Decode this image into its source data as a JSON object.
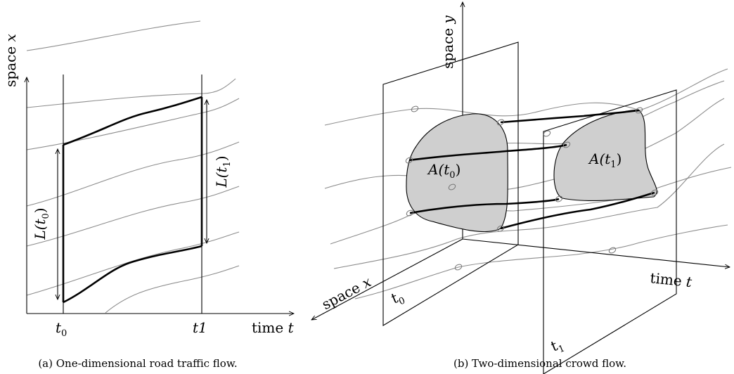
{
  "panel_a": {
    "y_axis_label": "space",
    "y_axis_var": "x",
    "x_axis_label": "time",
    "x_axis_var": "t",
    "tick_t0": "t",
    "tick_t0_sub": "0",
    "tick_t1": "t1",
    "length_t0": "L(t",
    "length_t0_sub": "0",
    "length_t0_close": ")",
    "length_t1": "L(t",
    "length_t1_sub": "1",
    "length_t1_close": ")",
    "caption": "(a) One-dimensional road traffic flow."
  },
  "panel_b": {
    "y_axis_label": "space",
    "y_axis_var": "y",
    "x_axis_label": "space",
    "x_axis_var": "x",
    "time_axis_label": "time",
    "time_axis_var": "t",
    "plane_t0": "t",
    "plane_t0_sub": "0",
    "plane_t1": "t",
    "plane_t1_sub": "1",
    "area_t0": "A(t",
    "area_t0_sub": "0",
    "area_t0_close": ")",
    "area_t1": "A(t",
    "area_t1_sub": "1",
    "area_t1_close": ")",
    "caption": "(b) Two-dimensional crowd flow."
  }
}
